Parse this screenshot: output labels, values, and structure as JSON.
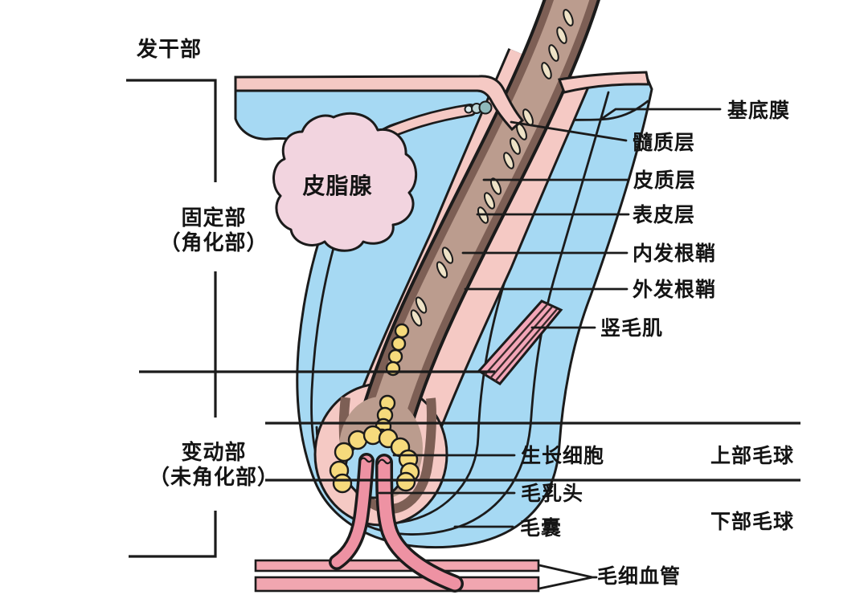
{
  "labels": {
    "hair_shaft_zone": "发干部",
    "fixed_zone": [
      "固定部",
      "（角化部）"
    ],
    "variable_zone": [
      "变动部",
      "（未角化部）"
    ],
    "sebaceous_gland": "皮脂腺",
    "basement_membrane": "基底膜",
    "medulla_layer": "髓质层",
    "cortex_layer": "皮质层",
    "cuticle_layer": "表皮层",
    "inner_root_sheath": "内发根鞘",
    "outer_root_sheath": "外发根鞘",
    "arrector_pili_muscle": "竖毛肌",
    "growth_cells": "生长细胞",
    "upper_hair_bulb": "上部毛球",
    "hair_papilla": "毛乳头",
    "lower_hair_bulb": "下部毛球",
    "hair_follicle": "毛囊",
    "capillaries": "毛细血管"
  },
  "colors": {
    "outline": "#1b1b1b",
    "dermis_blue": "#a6d9f3",
    "sheath_pink": "#f5c9c4",
    "gland_pink": "#f2d4df",
    "hair_tan": "#bb9c8e",
    "hair_brown": "#7d5f55",
    "medulla_cream": "#eee2c6",
    "cell_yellow": "#f6da7c",
    "papilla_rose": "#ee92a3",
    "capillary_pink": "#f1a6b0",
    "muscle_pink": "#f3a6b8",
    "duct_teal": "#8fb9bc"
  }
}
